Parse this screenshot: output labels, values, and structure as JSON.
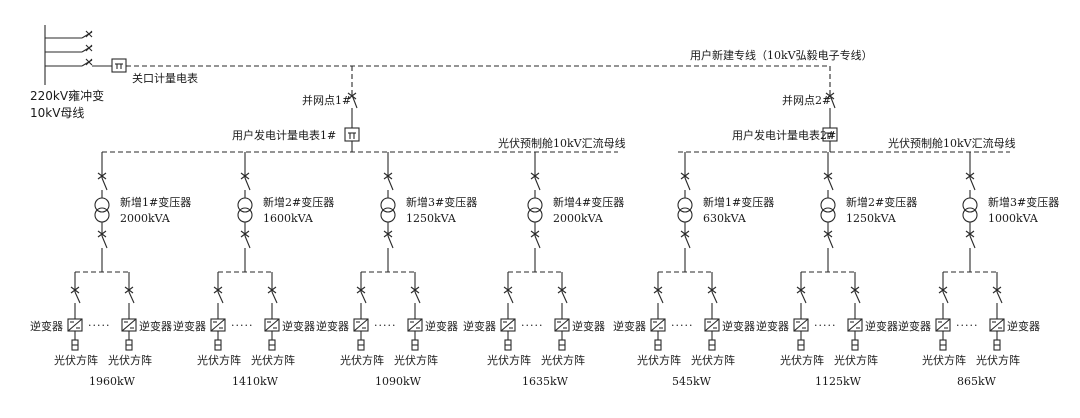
{
  "source": {
    "substation": "220kV雍冲变",
    "busbar": "10kV母线",
    "gateway_meter": "关口计量电表"
  },
  "dedicated_line": "用户新建专线（10kV弘毅电子专线）",
  "branches": [
    {
      "grid_point": "并网点1#",
      "gen_meter": "用户发电计量电表1#",
      "bus_label": "光伏预制舱10kV汇流母线",
      "transformers": [
        {
          "name": "新增1#变压器",
          "capacity": "2000kVA",
          "pv_capacity": "1960kW"
        },
        {
          "name": "新增2#变压器",
          "capacity": "1600kVA",
          "pv_capacity": "1410kW"
        },
        {
          "name": "新增3#变压器",
          "capacity": "1250kVA",
          "pv_capacity": "1090kW"
        },
        {
          "name": "新增4#变压器",
          "capacity": "2000kVA",
          "pv_capacity": "1635kW"
        }
      ]
    },
    {
      "grid_point": "并网点2#",
      "gen_meter": "用户发电计量电表2#",
      "bus_label": "光伏预制舱10kV汇流母线",
      "transformers": [
        {
          "name": "新增1#变压器",
          "capacity": "630kVA",
          "pv_capacity": "545kW"
        },
        {
          "name": "新增2#变压器",
          "capacity": "1250kVA",
          "pv_capacity": "1125kW"
        },
        {
          "name": "新增3#变压器",
          "capacity": "1000kVA",
          "pv_capacity": "865kW"
        }
      ]
    }
  ],
  "inverter_label": "逆变器",
  "pv_array_label": "光伏方阵",
  "ellipsis": "·····"
}
